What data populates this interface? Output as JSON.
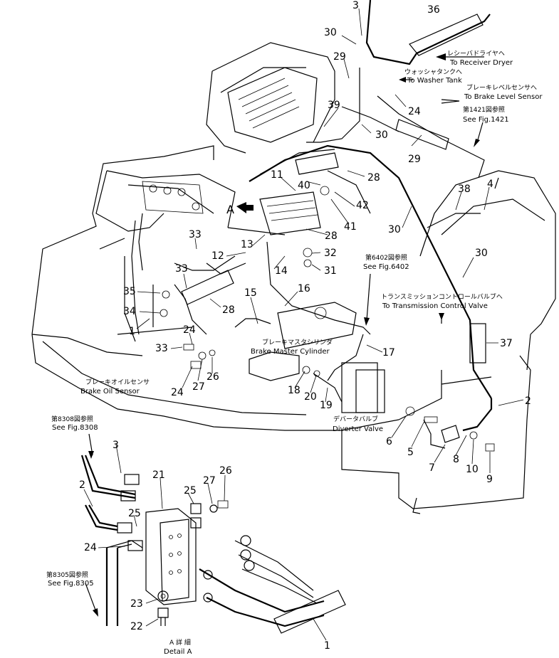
{
  "callouts": [
    {
      "id": "c36",
      "text": "36"
    },
    {
      "id": "c3a",
      "text": "3"
    },
    {
      "id": "c30a",
      "text": "30"
    },
    {
      "id": "c29a",
      "text": "29"
    },
    {
      "id": "c39",
      "text": "39"
    },
    {
      "id": "c24a",
      "text": "24"
    },
    {
      "id": "c30b",
      "text": "30"
    },
    {
      "id": "c29b",
      "text": "29"
    },
    {
      "id": "c28a",
      "text": "28"
    },
    {
      "id": "c11",
      "text": "11"
    },
    {
      "id": "c40",
      "text": "40"
    },
    {
      "id": "c42",
      "text": "42"
    },
    {
      "id": "c41",
      "text": "41"
    },
    {
      "id": "c38",
      "text": "38"
    },
    {
      "id": "c4",
      "text": "4"
    },
    {
      "id": "c30c",
      "text": "30"
    },
    {
      "id": "c33a",
      "text": "33"
    },
    {
      "id": "c28b",
      "text": "28"
    },
    {
      "id": "c13",
      "text": "13"
    },
    {
      "id": "c12",
      "text": "12"
    },
    {
      "id": "c32",
      "text": "32"
    },
    {
      "id": "c14",
      "text": "14"
    },
    {
      "id": "c31",
      "text": "31"
    },
    {
      "id": "c30d",
      "text": "30"
    },
    {
      "id": "c33b",
      "text": "33"
    },
    {
      "id": "c35",
      "text": "35"
    },
    {
      "id": "c15",
      "text": "15"
    },
    {
      "id": "c16",
      "text": "16"
    },
    {
      "id": "c34",
      "text": "34"
    },
    {
      "id": "c28c",
      "text": "28"
    },
    {
      "id": "c1a",
      "text": "1"
    },
    {
      "id": "c24b",
      "text": "24"
    },
    {
      "id": "c33c",
      "text": "33"
    },
    {
      "id": "c17",
      "text": "17"
    },
    {
      "id": "c37",
      "text": "37"
    },
    {
      "id": "c27a",
      "text": "27"
    },
    {
      "id": "c26a",
      "text": "26"
    },
    {
      "id": "c24c",
      "text": "24"
    },
    {
      "id": "c18",
      "text": "18"
    },
    {
      "id": "c20",
      "text": "20"
    },
    {
      "id": "c19",
      "text": "19"
    },
    {
      "id": "c2a",
      "text": "2"
    },
    {
      "id": "c6",
      "text": "6"
    },
    {
      "id": "c5",
      "text": "5"
    },
    {
      "id": "c7",
      "text": "7"
    },
    {
      "id": "c8",
      "text": "8"
    },
    {
      "id": "c10",
      "text": "10"
    },
    {
      "id": "c9",
      "text": "9"
    },
    {
      "id": "c3b",
      "text": "3"
    },
    {
      "id": "c21",
      "text": "21"
    },
    {
      "id": "c27b",
      "text": "27"
    },
    {
      "id": "c26b",
      "text": "26"
    },
    {
      "id": "c2b",
      "text": "2"
    },
    {
      "id": "c25a",
      "text": "25"
    },
    {
      "id": "c25b",
      "text": "25"
    },
    {
      "id": "c24d",
      "text": "24"
    },
    {
      "id": "c23",
      "text": "23"
    },
    {
      "id": "c22",
      "text": "22"
    },
    {
      "id": "c1b",
      "text": "1"
    },
    {
      "id": "cA",
      "text": "A"
    }
  ],
  "labels": {
    "receiver_jp": "レシーバドライヤヘ",
    "receiver_en": "To Receiver Dryer",
    "washer_jp": "ウォッシャタンクへ",
    "washer_en": "To Washer Tank",
    "brake_level_jp": "ブレーキレベルセンサへ",
    "brake_level_en": "To Brake Level Sensor",
    "fig1421_jp": "第1421図参照",
    "fig1421_en": "See Fig.1421",
    "fig6402_jp": "第6402図参照",
    "fig6402_en": "See Fig.6402",
    "trans_jp": "トランスミッションコントロールバルブへ",
    "trans_en": "To Transmission Control Valve",
    "brake_master_jp": "ブレーキマスタシリンダ",
    "brake_master_en": "Brake Master Cylinder",
    "brake_oil_jp": "ブレーキオイルセンサ",
    "brake_oil_en": "Brake Oil Sensor",
    "diverter_jp": "デバータバルブ",
    "diverter_en": "Diverter Valve",
    "fig8308_jp": "第8308図参照",
    "fig8308_en": "See Fig.8308",
    "fig8305_jp": "第8305図参照",
    "fig8305_en": "See Fig.8305",
    "detail_jp": "A 詳 細",
    "detail_en": "Detail A"
  }
}
